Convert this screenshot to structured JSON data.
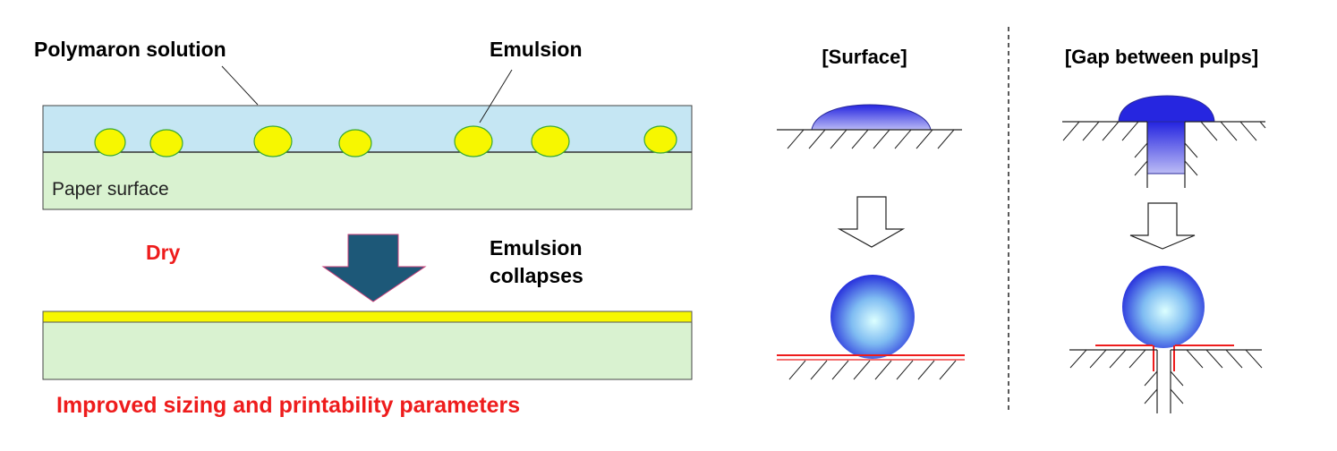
{
  "left_panel": {
    "label_solution": "Polymaron solution",
    "label_emulsion": "Emulsion",
    "label_paper": "Paper surface",
    "label_dry": "Dry",
    "label_collapse_line1": "Emulsion",
    "label_collapse_line2": "collapses",
    "caption": "Improved sizing and printability parameters"
  },
  "right_panel": {
    "surface_title": "[Surface]",
    "gap_title": "[Gap between pulps]"
  },
  "colors": {
    "solution_layer": "#c5e6f3",
    "paper_layer": "#d9f2d0",
    "emulsion_fill": "#f7f700",
    "emulsion_stroke": "#39a832",
    "dry_arrow": "#1d5878",
    "accent_red": "#ee1c1c",
    "drop_blue": "#3a3ae6"
  },
  "icons": {
    "dry_arrow": "down-arrow-filled",
    "transition_arrow": "down-arrow-outline",
    "droplet": "sessile-drop",
    "sphere": "beaded-sphere"
  }
}
